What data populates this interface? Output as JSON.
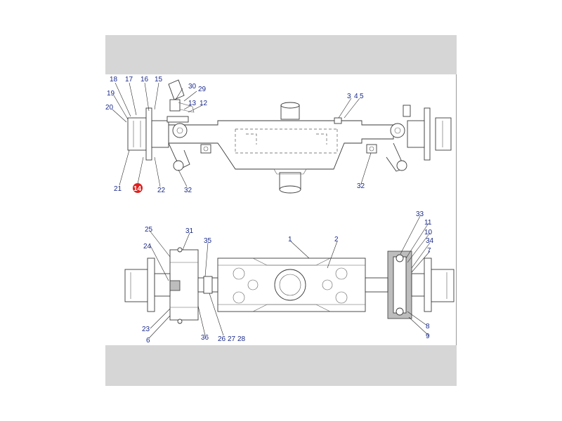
{
  "diagram": {
    "highlight_color": "#e0201e",
    "label_color": "#1a2a8a",
    "top_view_labels": [
      "18",
      "17",
      "16",
      "15",
      "19",
      "20",
      "30",
      "29",
      "13",
      "12",
      "3",
      "4",
      "5",
      "21",
      "14",
      "22",
      "32",
      "32"
    ],
    "bottom_view_labels": [
      "25",
      "31",
      "24",
      "35",
      "1",
      "2",
      "33",
      "11",
      "10",
      "34",
      "7",
      "23",
      "6",
      "36",
      "26",
      "27",
      "28",
      "8",
      "9"
    ],
    "highlighted_label": "14"
  }
}
